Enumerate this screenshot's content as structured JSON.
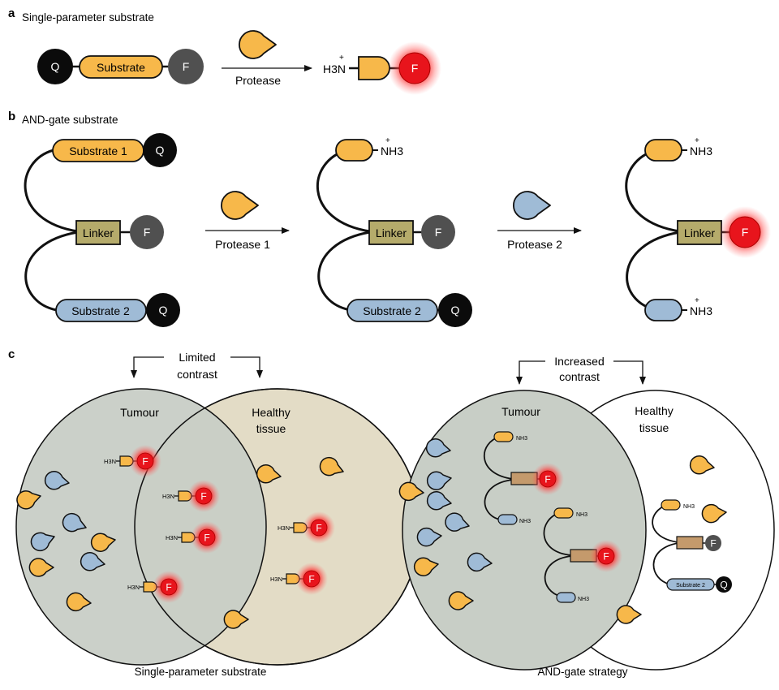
{
  "panel_a": {
    "letter": "a",
    "title": "Single-parameter substrate",
    "q": "Q",
    "substrate": "Substrate",
    "f": "F",
    "protease": "Protease",
    "amine": "H3N",
    "plus": "+",
    "f_product": "F"
  },
  "panel_b": {
    "letter": "b",
    "title": "AND-gate substrate",
    "substrate1": "Substrate 1",
    "substrate2": "Substrate 2",
    "linker": "Linker",
    "q": "Q",
    "f": "F",
    "protease1": "Protease 1",
    "protease2": "Protease 2",
    "amine": "NH3",
    "plus": "+"
  },
  "panel_c": {
    "letter": "c",
    "left": {
      "note_line1": "Limited",
      "note_line2": "contrast",
      "tumour": "Tumour",
      "healthy_line1": "Healthy",
      "healthy_line2": "tissue",
      "caption": "Single-parameter substrate",
      "amine": "H3N",
      "f": "F"
    },
    "right": {
      "note_line1": "Increased",
      "note_line2": "contrast",
      "tumour": "Tumour",
      "healthy_line1": "Healthy",
      "healthy_line2": "tissue",
      "caption": "AND-gate strategy",
      "amine": "NH3",
      "f": "F",
      "substrate2": "Substrate 2",
      "q": "Q"
    }
  },
  "colors": {
    "orange": "#f7b84a",
    "blue": "#9fbbd6",
    "linker": "#b5ab6b",
    "linker_c": "#c49a6c",
    "quencher": "#0b0b0b",
    "fluor_dark": "#505050",
    "fluor_red": "#e8141c",
    "tumour_fill": "#c8cec6",
    "healthy_fill": "#e3dcc6"
  }
}
